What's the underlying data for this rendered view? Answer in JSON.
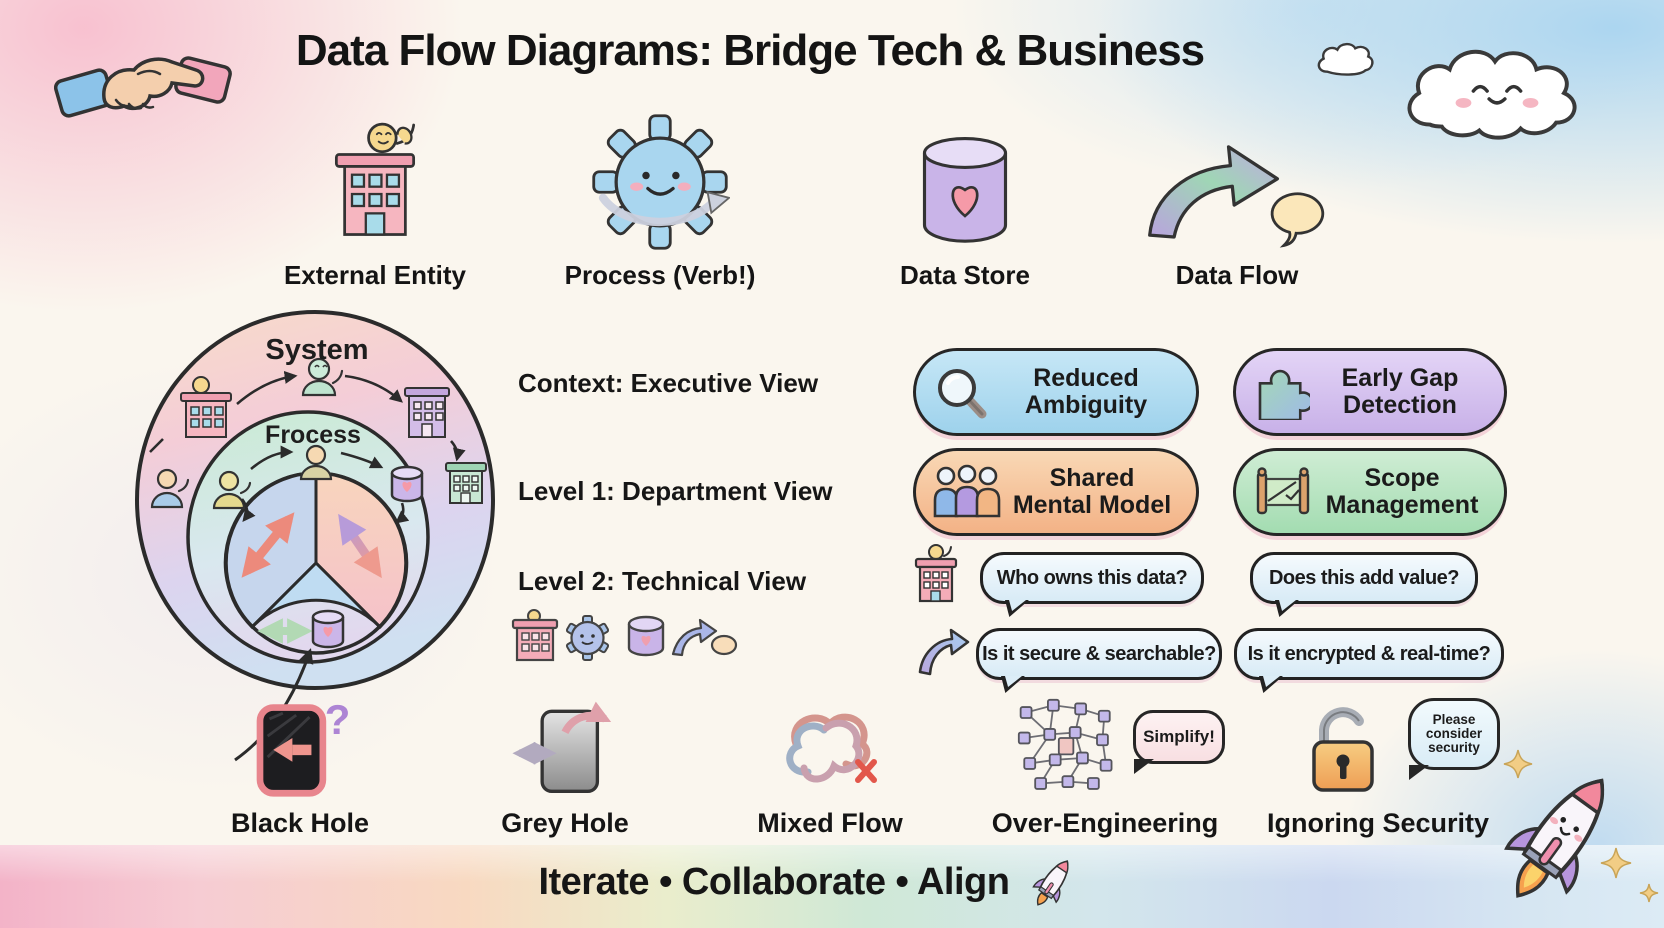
{
  "header": {
    "title": "Data Flow Diagrams: Bridge Tech & Business"
  },
  "symbol_legend": {
    "items": [
      {
        "label": "External Entity",
        "icon": "building-with-person-icon"
      },
      {
        "label": "Process (Verb!)",
        "icon": "smiling-gear-icon"
      },
      {
        "label": "Data Store",
        "icon": "database-cylinder-heart-icon"
      },
      {
        "label": "Data Flow",
        "icon": "curved-arrow-speech-bubble-icon"
      }
    ]
  },
  "nested_levels_diagram": {
    "outer_ring_label": "System",
    "middle_ring_label": "Frocess"
  },
  "dfd_levels": {
    "items": [
      {
        "label": "Context: Executive View"
      },
      {
        "label": "Level 1: Department View"
      },
      {
        "label": "Level 2: Technical View"
      }
    ]
  },
  "benefits": {
    "items": [
      {
        "label": "Reduced\nAmbiguity",
        "icon": "magnifying-glass-icon",
        "color": "#a9d9ee"
      },
      {
        "label": "Early Gap\nDetection",
        "icon": "puzzle-piece-icon",
        "color": "#d6c2ef"
      },
      {
        "label": "Shared\nMental Model",
        "icon": "people-group-icon",
        "color": "#f7c9a1"
      },
      {
        "label": "Scope\nManagement",
        "icon": "fence-icon",
        "color": "#b7e4c1"
      }
    ]
  },
  "stakeholder_questions": {
    "items": [
      {
        "text": "Who owns this data?"
      },
      {
        "text": "Does this add value?"
      },
      {
        "text": "Is it secure & searchable?"
      },
      {
        "text": "Is it encrypted & real-time?"
      }
    ]
  },
  "antipatterns": {
    "items": [
      {
        "label": "Black Hole"
      },
      {
        "label": "Grey Hole"
      },
      {
        "label": "Mixed Flow"
      },
      {
        "label": "Over-Engineering",
        "callout": "Simplify!"
      },
      {
        "label": "Ignoring Security",
        "callout": "Please\nconsider\nsecurity"
      }
    ]
  },
  "footer": {
    "tagline": "Iterate • Collaborate • Align"
  }
}
